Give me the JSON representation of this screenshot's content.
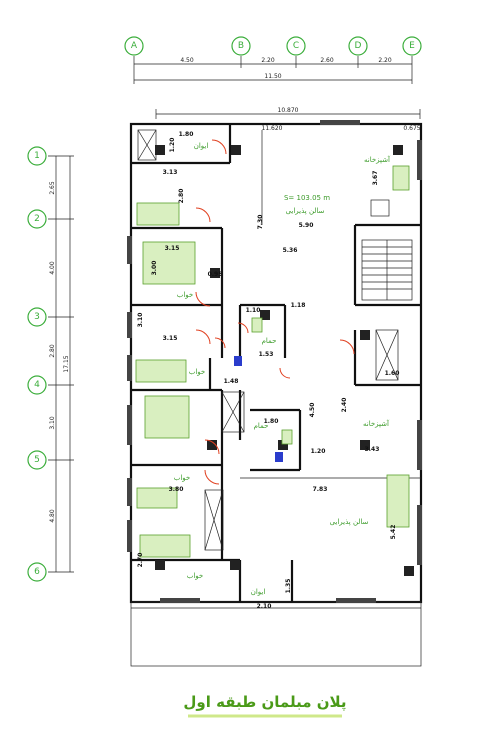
{
  "title": "پلان مبلمان طبقه اول",
  "grid_x": [
    "A",
    "B",
    "C",
    "D",
    "E"
  ],
  "grid_y": [
    "1",
    "2",
    "3",
    "4",
    "5",
    "6"
  ],
  "dims_top": [
    "4.50",
    "2.20",
    "2.60",
    "2.20"
  ],
  "dim_top_total": "11.50",
  "dims_left": [
    "2.65",
    "4.00",
    "2.80",
    "3.10",
    "4.80"
  ],
  "dim_left_total": "17.15",
  "plan_dims": {
    "outer_width": "10.870",
    "inner_width": "11.620",
    "corner": "0.675",
    "d1_80": "1.80",
    "d1_20": "1.20",
    "d3_13": "3.13",
    "d2_80": "2.80",
    "d3_67": "3.67",
    "d5_90": "5.90",
    "d7_30": "7.30",
    "d3_15": "3.15",
    "d5_36": "5.36",
    "d3_00": "3.00",
    "d0_95": "0.95",
    "d1_10": "1.10",
    "d1_18": "1.18",
    "d3_15b": "3.15",
    "d3_10": "3.10",
    "d1_53": "1.53",
    "d1_48": "1.48",
    "d1_60": "1.60",
    "d1_20b": "1.20",
    "d3_43": "3.43",
    "d4_50": "4.50",
    "d2_40": "2.40",
    "d1_80b": "1.80",
    "d7_83": "7.83",
    "d3_80": "3.80",
    "d5_42": "5.42",
    "d2_70": "2.70",
    "d2_10": "2.10",
    "d1_35": "1.35",
    "area": "S= 103.05 m"
  },
  "rooms": {
    "iwan_top": "ایوان",
    "kitchen_top": "آشپزخانه",
    "living_top": "سالن پذیرایی",
    "bed1": "خواب",
    "bed2": "خواب",
    "bed3": "خواب",
    "bed4": "خواب",
    "bath1": "حمام",
    "bath2": "حمام",
    "kitchen_bottom": "آشپزخانه",
    "living_bottom": "سالن پذیرایی",
    "iwan_bottom": "ایوان"
  },
  "colors": {
    "grid": "#3cae3c",
    "title": "#4a9a18",
    "door": "#e04020",
    "furniture": "#5aa02c"
  }
}
